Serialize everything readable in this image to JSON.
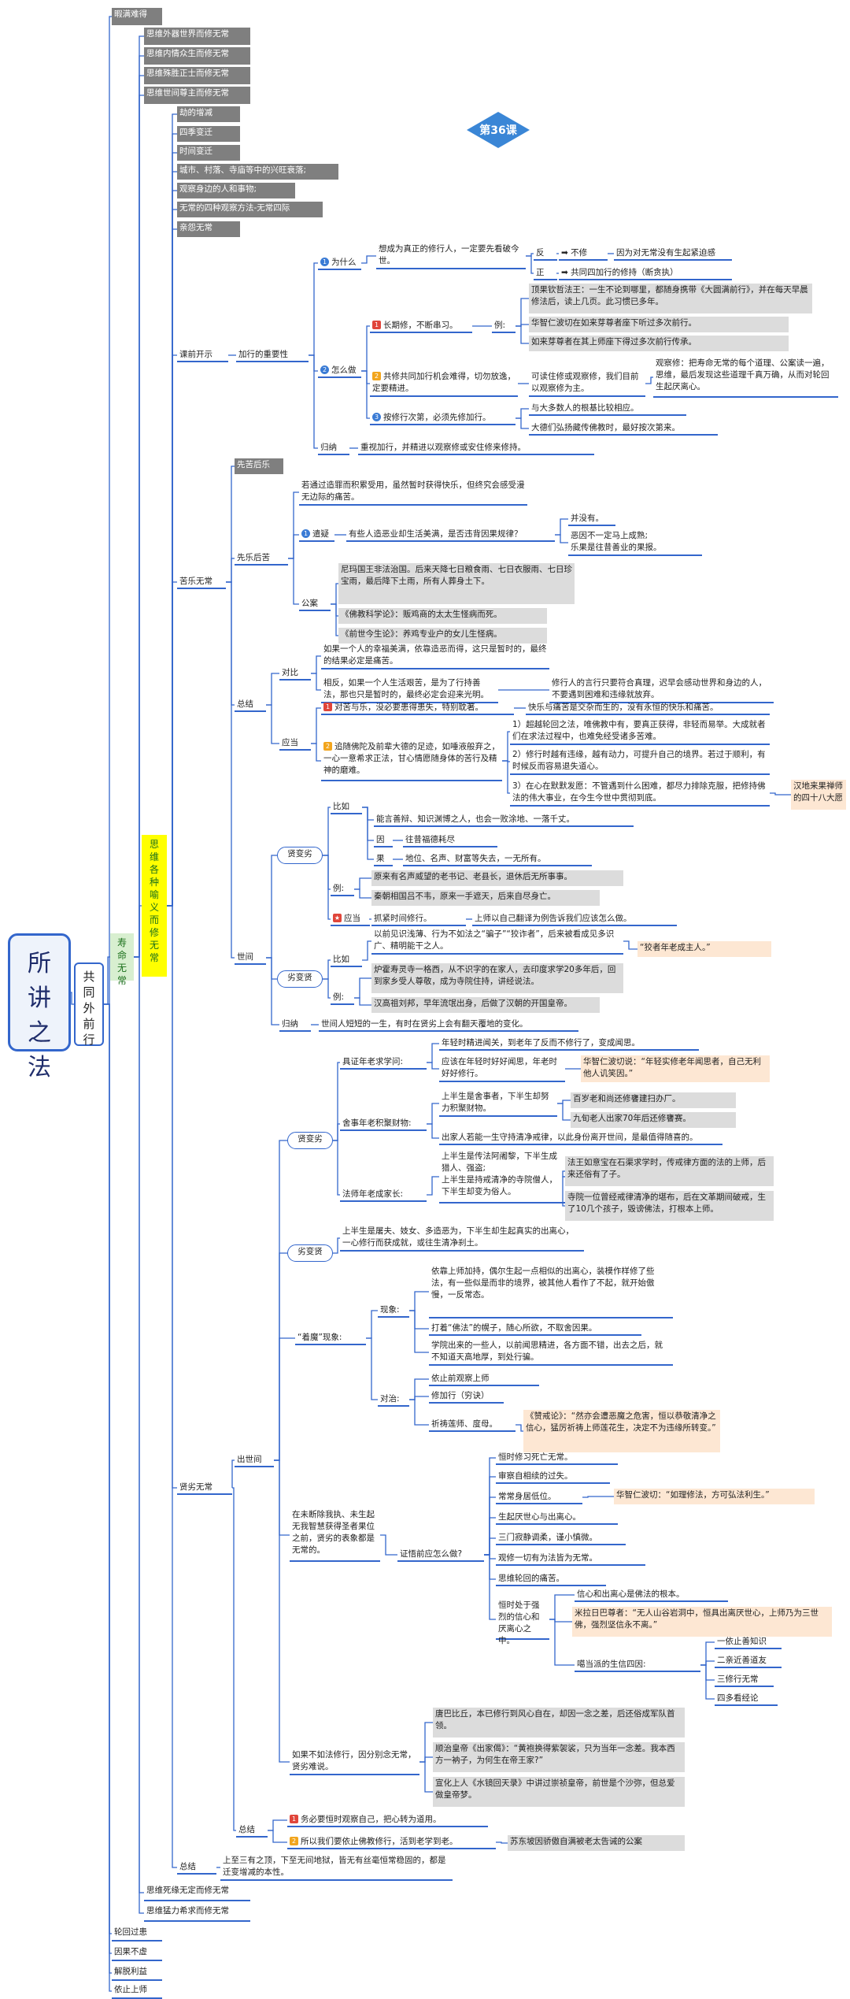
{
  "nodes": {
    "root": "所\n讲\n之\n法",
    "g1": "共\n同\n外\n前\n行",
    "g2": "寿\n命\n无\n常",
    "g3": "思\n维\n各\n种\n喻\n义\n而\n修\n无\n常",
    "top_1": "暇满难得",
    "top_2": "思维外器世界而修无常",
    "top_3": "思维内情众生而修无常",
    "top_4": "思维殊胜正士而修无常",
    "top_5": "思维世间尊主而修无常",
    "list_1": "劫的增减",
    "list_2": "四季变迁",
    "list_3": "时间变迁",
    "list_4": "城市、村落、寺庙等中的兴旺衰落;",
    "list_5": "观察身边的人和事物;",
    "list_6": "无常的四种观察方法-无常四际",
    "list_7": "亲怨无常",
    "lesson": "第36课",
    "kt": "课前开示",
    "jx": "加行的重要性",
    "wsm": "为什么",
    "wsm_t": "想成为真正的修行人，一定要先看破今世。",
    "fan": "反",
    "fan_v": "➡ 不修",
    "fan_r": "因为对无常没有生起紧迫感",
    "zheng": "正",
    "zheng_v": "➡ 共同四加行的修持（断贪执）",
    "zmz": "怎么做",
    "ch1": "长期修，不断串习。",
    "li": "例:",
    "ex1": "顶果钦哲法王：一生不论到哪里，都随身携带《大圆满前行》，并在每天早晨修法后，读上几页。此习惯已多年。",
    "ex2": "华智仁波切在如来芽尊者座下听过多次前行。",
    "ex3": "如来芽尊者在其上师座下得过多次前行传承。",
    "ch2": "共修共同加行机会难得，切勿放逸，定要精进。",
    "ch2_t": "可读住修或观察修，我们目前以观察修为主。",
    "ch2_c": "观察修：把寿命无常的每个道理、公案读一遍，思维，最后发现这些道理千真万确，从而对轮回生起厌离心。",
    "ch3": "按修行次第，必须先修加行。",
    "ch3_a": "与大多数人的根基比较相应。",
    "ch3_b": "大德们弘扬藏传佛教时，最好按次第来。",
    "gn1": "归纳",
    "gn1_t": "重视加行，并精进以观察修或安住修来修持。",
    "kl": "苦乐无常",
    "xkhl": "先苦后乐",
    "xlhk": "先乐后苦",
    "xlhk_t": "若通过造罪而积累受用，虽然暂时获得快乐，但终究会感受漫无边际的痛苦。",
    "zy": "遣疑",
    "zy_q": "有些人造恶业却生活美满，是否违背因果规律？",
    "zy_a1": "并没有。",
    "zy_a2": "恶因不一定马上成熟;\n乐果是往昔善业的果报。",
    "ga": "公案",
    "ga1": "尼玛国王非法治国。后来天降七日粮食雨、七日衣服雨、七日珍宝雨，最后降下土雨，所有人葬身土下。",
    "ga2": "《佛教科学论》：贩鸡商的太太生怪病而死。",
    "ga3": "《前世今生论》：养鸡专业户的女儿生怪病。",
    "zj": "总结",
    "db": "对比",
    "db1": "如果一个人的幸福美满，依靠造恶而得，这只是暂时的，最终的结果必定是痛苦。",
    "db2": "相反，如果一个人生活艰苦，是为了行持善法，那也只是暂时的，最终必定会迎来光明。",
    "db2_r": "修行人的言行只要符合真理，迟早会感动世界和身边的人，不要遇到困难和违缘就放弃。",
    "yd": "应当",
    "yd1": "对苦与乐，没必要患得患失，特别耽著。",
    "yd1_r": "快乐与痛苦是交杂而生的，没有永恒的快乐和痛苦。",
    "yd2": "追随佛陀及前辈大德的足迹，如唾液般弃之，一心一意希求正法，甘心情愿随身体的苦行及精神的磨难。",
    "yd2_1": "1）超越轮回之法，唯佛教中有，要真正获得，非轻而易举。大成就者们在求法过程中，也难免经受诸多苦难。",
    "yd2_2": "2）修行时越有违缘，越有动力，可提升自己的境界。若过于顺利，有时候反而容易退失道心。",
    "yd2_3": "3）在心在默默发愿：不管遇到什么困难，都尽力排除克服，把修持佛法的伟大事业，在今生今世中贯彻到底。",
    "yd2_3r": "汉地来果禅师的四十八大愿",
    "sj": "世间",
    "xbl": "贤变劣",
    "bj1": "比如",
    "bj1_t": "能言善辩、知识渊博之人，也会一败涂地、一落千丈。",
    "yin": "因",
    "yin_t": "往昔福德耗尽",
    "guo": "果",
    "guo_t": "地位、名声、财富等失去，一无所有。",
    "li2": "例:",
    "li2_1": "原来有名声威望的老书记、老县长，退休后无所事事。",
    "li2_2": "秦朝相国吕不韦，原来一手遮天，后来自尽身亡。",
    "yd3": "应当",
    "yd3_a": "抓紧时间修行。",
    "yd3_b": "上师以自己翻译为例告诉我们应该怎么做。",
    "lbx": "劣变贤",
    "bj2": "比如",
    "bj2_t": "以前见识浅薄、行为不如法之“骗子”“狡诈者”，后来被看成见多识广、精明能干之人。",
    "bj2_r": "“狡者年老成主人。”",
    "li3": "例:",
    "li3_1": "炉霍寿灵寺一格西，从不识字的在家人，去印度求学20多年后，回到家乡受人尊敬，成为寺院住持，讲经说法。",
    "li3_2": "汉高祖刘邦，早年流氓出身，后做了汉朝的开国皇帝。",
    "gn2": "归纳",
    "gn2_t": "世间人短短的一生，有时在贤劣上会有翻天覆地的变化。",
    "xlwc": "贤劣无常",
    "csj": "出世间",
    "xbl2": "贤变劣",
    "jy": "具证年老求学问:",
    "jy_a": "年轻时精进闻关，到老年了反而不修行了，变成闻思。",
    "jy_b": "应该在年轻时好好闻思，年老时好好修行。",
    "jy_c": "华智仁波切说：“年轻实修老年闻思者，自己无利他人讥笑因。”",
    "ss": "舍事年老积聚财物:",
    "ss_a": "上半生是舍事者，下半生却努力积聚财物。",
    "ss_a1": "百岁老和尚还修饔建扫办厂。",
    "ss_a2": "九旬老人出家70年后还修饔赛。",
    "ss_b": "出家人若能一生守持清净戒律，以此身份离开世间，是最值得随喜的。",
    "fs": "法师年老成家长:",
    "fs_a": "上半生是传法阿阇黎，下半生成猎人、强盗;\n上半生是持戒清净的寺院僧人，下半生却变为俗人。",
    "fs_b": "法王如意宝在石渠求学时，传戒律方面的法的上师，后来还俗有了子。",
    "fs_c": "寺院一位曾经戒律清净的堪布，后在文革期间破戒，生了10几个孩子，毁谤佛法，打根本上师。",
    "lbx2": "劣变贤",
    "lbx2_t": "上半生是屠夫、妓女、多造恶为，下半生却生起真实的出离心，一心修行而获成就，或往生清净刹土。",
    "zm": "“着魔”现象:",
    "xx": "现象:",
    "xx1": "依靠上师加持，偶尔生起一点相似的出离心，装模作样修了些法，有一些似是而非的境界，被其他人看作了不起，就开始傲慢，一反常态。",
    "xx2": "打着“佛法”的幌子，随心所欲，不取舍因果。",
    "xx3": "学院出来的一些人，以前闻思精进，各方面不错，出去之后，就不知道天高地厚，到处行骗。",
    "dz": "对治:",
    "dz1": "依止前观察上师",
    "dz2": "修加行（穷诀）",
    "dz3": "祈祷莲师、度母。",
    "dz3_r": "《赞戒论》：“然亦会遭恶魔之危害，恒以恭敬清净之信心，猛厉祈祷上师莲花生，决定不为违缘所转变。”",
    "zc": "在未断除我执、未生起无我智慧获得圣者果位之前，贤劣的表象都是无常的。",
    "zw": "证悟前应怎么做?",
    "zw1": "恒时修习死亡无常。",
    "zw2": "审察自相续的过失。",
    "zw3": "常常身居低位。",
    "zw3_r": "华智仁波切：“如理修法，方可弘法利生。”",
    "zw4": "生起厌世心与出离心。",
    "zw5": "三门寂静调柔，谨小慎微。",
    "zw6": "观修一切有为法皆为无常。",
    "zw7": "思维轮回的痛苦。",
    "zw8": "恒时处于强烈的信心和厌离心之中。",
    "zw8_a": "信心和出离心是佛法的根本。",
    "zw8_b": "米拉日巴尊者：“无人山谷岩洞中，恒具出离厌世心，上师乃为三世佛，强烈坚信永不离。”",
    "zw8_c": "噶当派的生信四因:",
    "gd1": "一依止善知识",
    "gd2": "二亲近善道友",
    "gd3": "三修行无常",
    "gd4": "四多看经论",
    "rg": "如果不如法修行，因分别念无常，贤劣难说。",
    "rg1": "唐巴比丘，本已修行到风心自在，却因一念之差，后还俗成军队首领。",
    "rg2": "顺治皇帝《出家偈》：“黄袍换得紫袈裟，只为当年一念差。我本西方一衲子，为何生在帝王家?”",
    "rg3": "宣化上人《水镜回天录》中讲过崇祯皇帝，前世是个沙弥，但总爱做皇帝梦。",
    "zj2": "总结",
    "zj2_1": "务必要恒时观察自己，把心转为道用。",
    "zj2_2": "所以我们要依止佛教修行，活到老学到老。",
    "zj2_2r": "苏东坡因骄傲自满被老太告诫的公案",
    "zj3": "总结",
    "zj3_t": "上至三有之顶，下至无间地狱，皆无有丝毫恒常稳固的，都是迁变增减的本性。",
    "bot_1": "思维死缘无定而修无常",
    "bot_2": "思维猛力希求而修无常",
    "end_1": "轮回过患",
    "end_2": "因果不虚",
    "end_3": "解脱利益",
    "end_4": "依止上师"
  },
  "colors": {
    "line": "#3366cc",
    "lesson_badge": "#3a86d6",
    "highlight": "#ffff00"
  }
}
